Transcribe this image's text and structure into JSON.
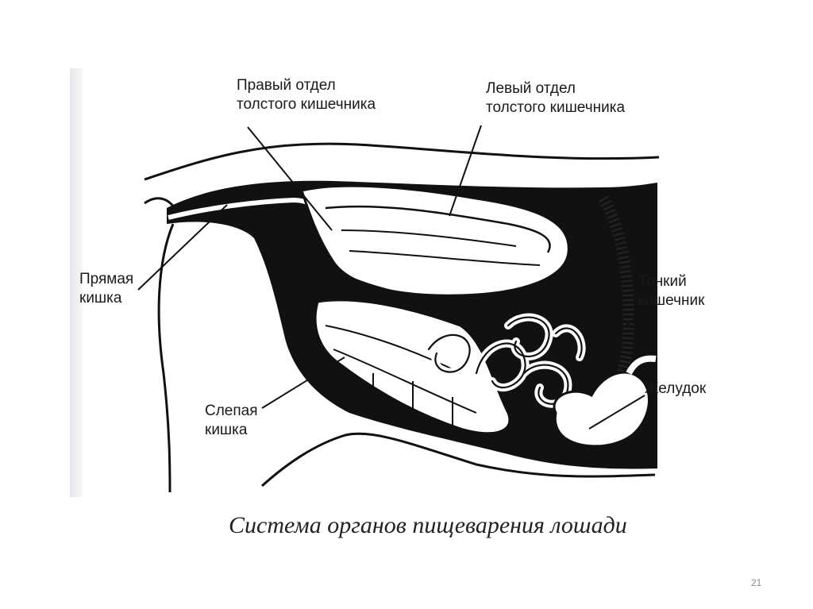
{
  "diagram": {
    "labels": {
      "right_colon": [
        "Правый отдел",
        "толстого кишечника"
      ],
      "left_colon": [
        "Левый отдел",
        "толстого кишечника"
      ],
      "rectum": [
        "Прямая",
        "кишка"
      ],
      "small_intestine": [
        "Тонкий",
        "кишечник"
      ],
      "cecum": [
        "Слепая",
        "кишка"
      ],
      "stomach": [
        "Желудок"
      ]
    },
    "caption": "Система органов пищеварения лошади"
  },
  "slide": {
    "page_number": "21"
  },
  "colors": {
    "ink": "#111111",
    "paper": "#ffffff",
    "text": "#1a1a1a"
  }
}
